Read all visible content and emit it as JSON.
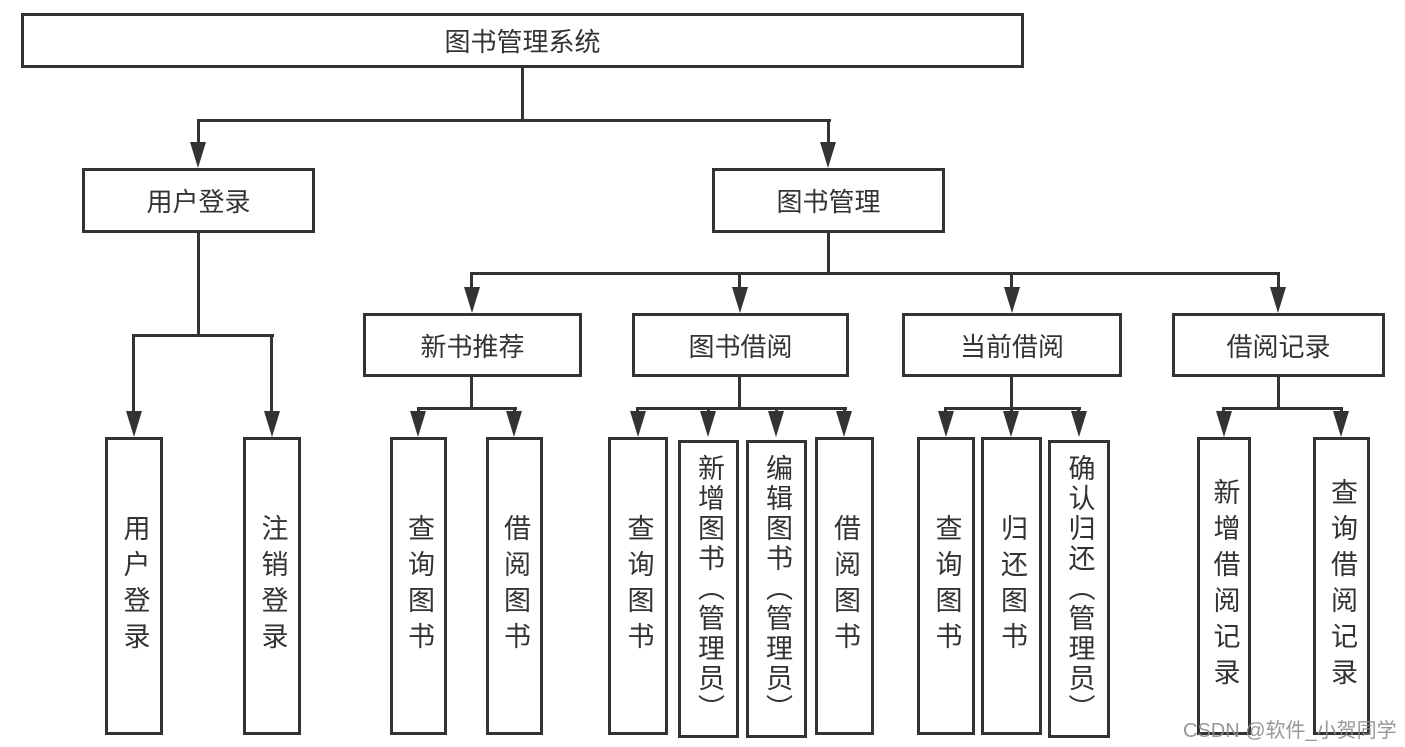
{
  "diagram": {
    "root": {
      "label": "图书管理系统"
    },
    "branches": [
      {
        "label": "用户登录",
        "children": [
          {
            "label": "用户登录"
          },
          {
            "label": "注销登录"
          }
        ]
      },
      {
        "label": "图书管理",
        "children": [
          {
            "label": "新书推荐",
            "children": [
              {
                "label": "查询图书"
              },
              {
                "label": "借阅图书"
              }
            ]
          },
          {
            "label": "图书借阅",
            "children": [
              {
                "label": "查询图书"
              },
              {
                "label": "新增图书（管理员）"
              },
              {
                "label": "编辑图书（管理员）"
              },
              {
                "label": "借阅图书"
              }
            ]
          },
          {
            "label": "当前借阅",
            "children": [
              {
                "label": "查询图书"
              },
              {
                "label": "归还图书"
              },
              {
                "label": "确认归还（管理员）"
              }
            ]
          },
          {
            "label": "借阅记录",
            "children": [
              {
                "label": "新增借阅记录"
              },
              {
                "label": "查询借阅记录"
              }
            ]
          }
        ]
      }
    ]
  },
  "watermark": {
    "text": "CSDN @软件_小贺同学"
  },
  "colors": {
    "line": "#333333",
    "text": "#333333",
    "background": "#ffffff",
    "watermark": "#8c8c8c"
  }
}
